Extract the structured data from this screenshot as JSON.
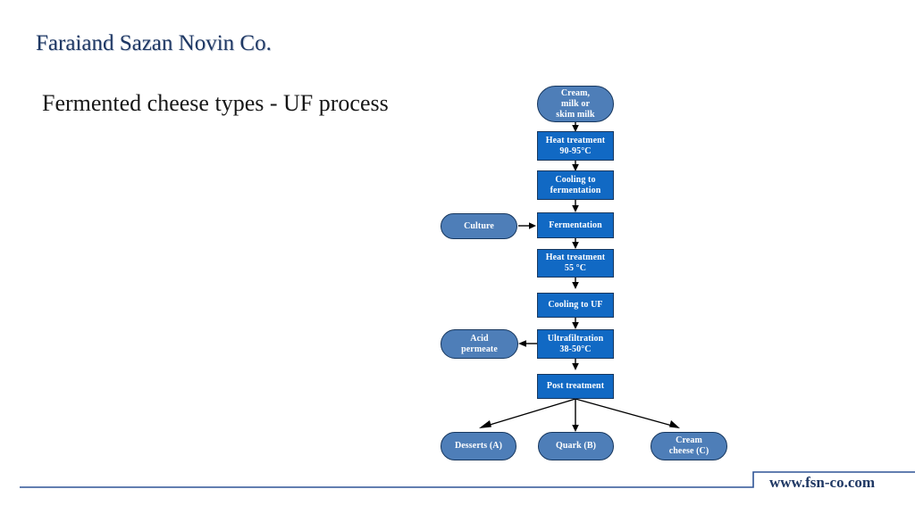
{
  "slide": {
    "title": "Faraiand Sazan Novin Co.",
    "subtitle": "Fermented cheese types - UF process",
    "background_color": "#ffffff",
    "title_color": "#1F3864",
    "subtitle_color": "#171717"
  },
  "footer": {
    "url": "www.fsn-co.com",
    "rule_color": "#2E5496",
    "url_color": "#1F3864"
  },
  "diagram": {
    "type": "flowchart",
    "orientation": "top-to-bottom",
    "process_fill": "#1169C4",
    "terminal_fill": "#4E7EB8",
    "node_border_color": "#17375E",
    "node_text_color": "#ffffff",
    "connector_color": "#000000",
    "nodes": [
      {
        "id": "input",
        "shape": "terminal",
        "lines": [
          "Cream,",
          "milk or",
          "skim milk"
        ]
      },
      {
        "id": "heat1",
        "shape": "process",
        "lines": [
          "Heat treatment",
          "90-95°C"
        ]
      },
      {
        "id": "cooling-ferm",
        "shape": "process",
        "lines": [
          "Cooling to",
          "fermentation"
        ]
      },
      {
        "id": "culture",
        "shape": "terminal",
        "lines": [
          "Culture"
        ]
      },
      {
        "id": "fermentation",
        "shape": "process",
        "lines": [
          "Fermentation"
        ]
      },
      {
        "id": "heat2",
        "shape": "process",
        "lines": [
          "Heat treatment",
          "55 °C"
        ]
      },
      {
        "id": "cooling-uf",
        "shape": "process",
        "lines": [
          "Cooling to UF"
        ]
      },
      {
        "id": "acid-permeate",
        "shape": "terminal",
        "lines": [
          "Acid",
          "permeate"
        ]
      },
      {
        "id": "ultrafiltration",
        "shape": "process",
        "lines": [
          "Ultrafiltration",
          "38-50°C"
        ]
      },
      {
        "id": "post-treatment",
        "shape": "process",
        "lines": [
          "Post treatment"
        ]
      },
      {
        "id": "desserts",
        "shape": "terminal",
        "lines": [
          "Desserts (A)"
        ]
      },
      {
        "id": "quark",
        "shape": "terminal",
        "lines": [
          "Quark (B)"
        ]
      },
      {
        "id": "cream-cheese",
        "shape": "terminal",
        "lines": [
          "Cream",
          "cheese (C)"
        ]
      }
    ],
    "edges": [
      {
        "from": "input",
        "to": "heat1",
        "direction": "down"
      },
      {
        "from": "heat1",
        "to": "cooling-ferm",
        "direction": "down"
      },
      {
        "from": "cooling-ferm",
        "to": "fermentation",
        "direction": "down"
      },
      {
        "from": "culture",
        "to": "fermentation",
        "direction": "right"
      },
      {
        "from": "fermentation",
        "to": "heat2",
        "direction": "down"
      },
      {
        "from": "heat2",
        "to": "cooling-uf",
        "direction": "down"
      },
      {
        "from": "cooling-uf",
        "to": "ultrafiltration",
        "direction": "down"
      },
      {
        "from": "ultrafiltration",
        "to": "acid-permeate",
        "direction": "left"
      },
      {
        "from": "ultrafiltration",
        "to": "post-treatment",
        "direction": "down"
      },
      {
        "from": "post-treatment",
        "to": "desserts",
        "direction": "down-left"
      },
      {
        "from": "post-treatment",
        "to": "quark",
        "direction": "down"
      },
      {
        "from": "post-treatment",
        "to": "cream-cheese",
        "direction": "down-right"
      }
    ]
  }
}
